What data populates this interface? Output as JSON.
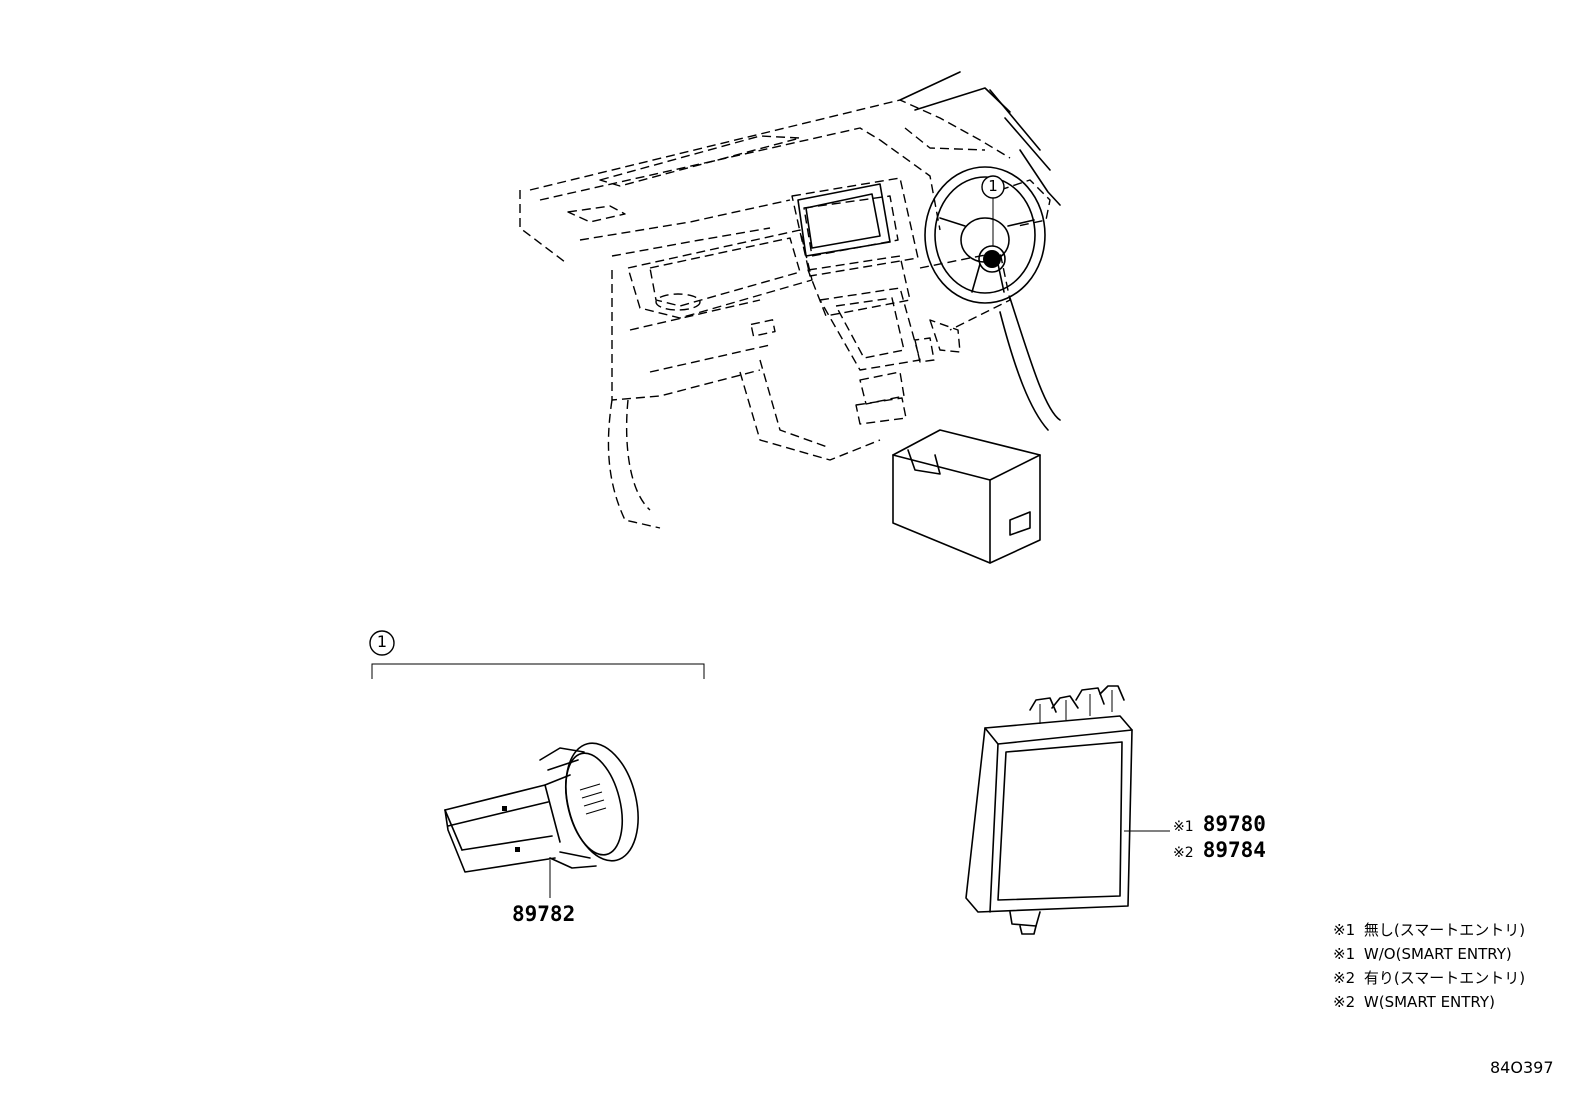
{
  "callouts": {
    "main": "1",
    "group": "1"
  },
  "parts": {
    "transponder_part_no": "89782",
    "ecu_parts": [
      {
        "mark": "※1",
        "number": "89780"
      },
      {
        "mark": "※2",
        "number": "89784"
      }
    ]
  },
  "legend": [
    {
      "mark": "※1",
      "text": "無し(スマートエントリ)"
    },
    {
      "mark": "※1",
      "text": "W/O(SMART ENTRY)"
    },
    {
      "mark": "※2",
      "text": "有り(スマートエントリ)"
    },
    {
      "mark": "※2",
      "text": "W(SMART ENTRY)"
    }
  ],
  "drawing_number": "84O397"
}
